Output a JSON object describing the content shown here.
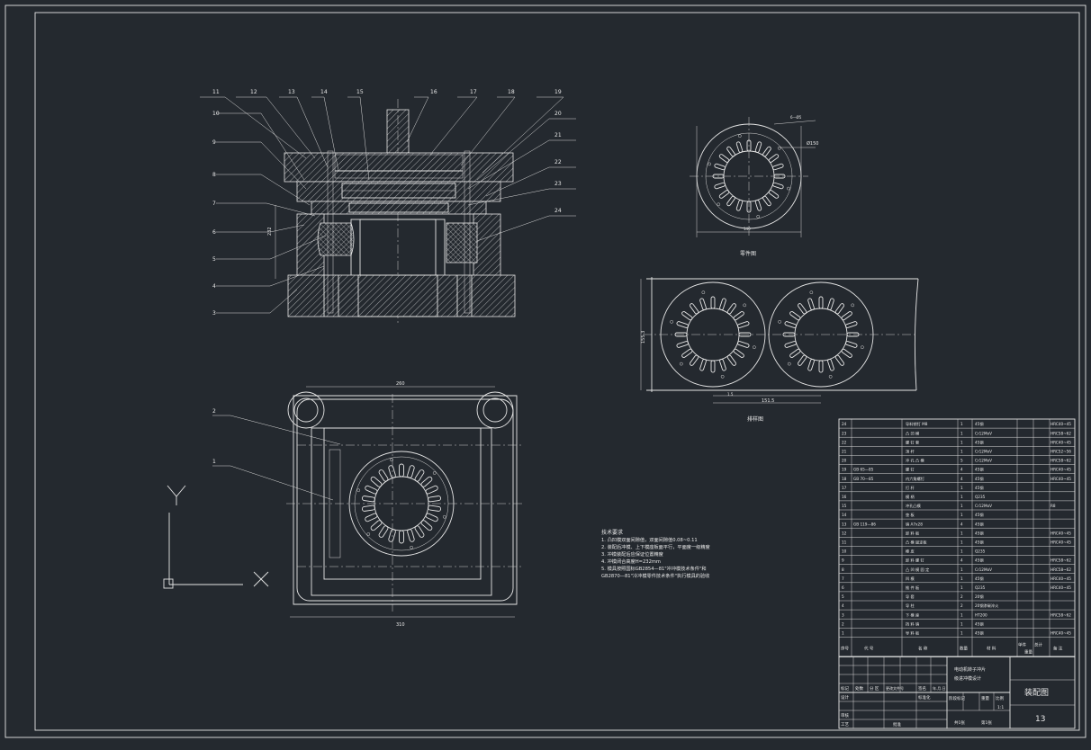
{
  "drawing_title": "装配图",
  "sheet_number": "13",
  "project_name_line1": "电动机转子冲片",
  "project_name_line2": "级进冲模设计",
  "blank_view_caption": "零件图",
  "strip_view_caption": "排样图",
  "tech_requirements_title": "技术要求",
  "tech_requirements": [
    "1. 凸凹模双面间隙值，双面间隙值0.08~0.11",
    "2. 装配后冲模、上下模座板面平行，平面度一级精度",
    "3. 冲模装配后应保证位置精度",
    "4. 冲模闭合高度H=232mm",
    "5. 模具按照国标GB2854—81\"冲冲模技术条件\"和",
    "GB2870—81\"冷冲模零件技术条件\"执行模具的验收"
  ],
  "callouts_left": [
    "10",
    "9",
    "8",
    "7",
    "6",
    "5",
    "4",
    "3"
  ],
  "callouts_top": [
    "11",
    "12",
    "13",
    "14",
    "15",
    "16",
    "17",
    "18",
    "19"
  ],
  "callouts_right": [
    "20",
    "21",
    "22",
    "23",
    "24"
  ],
  "callouts_plan": [
    "2",
    "1"
  ],
  "dim_plan_width": "260",
  "dim_plan_total": "310",
  "dim_blank_diameter": "Ø150",
  "dim_strip_pitch": "151.5",
  "dim_strip_width": "155.3",
  "axis_y": "Y",
  "axis_x": "X",
  "bom_rows": [
    {
      "no": "24",
      "code": "",
      "name": "导料销钉 M8",
      "qty": "1",
      "material": "45钢",
      "note": "HRC40~45"
    },
    {
      "no": "23",
      "code": "",
      "name": "凸 凹 模",
      "qty": "1",
      "material": "Cr12MoV",
      "note": "HRC58~62"
    },
    {
      "no": "22",
      "code": "",
      "name": "螺 钉 套",
      "qty": "1",
      "material": "45钢",
      "note": "HRC40~45"
    },
    {
      "no": "21",
      "code": "",
      "name": "顶 杆",
      "qty": "1",
      "material": "Cr12MoV",
      "note": "HRC52~56"
    },
    {
      "no": "20",
      "code": "",
      "name": "冲 孔 凸 模",
      "qty": "5",
      "material": "Cr12MoV",
      "note": "HRC58~62"
    },
    {
      "no": "19",
      "code": "GB 65—85",
      "name": "螺 钉",
      "qty": "4",
      "material": "45钢",
      "note": "HRC40~45"
    },
    {
      "no": "18",
      "code": "GB 70—85",
      "name": "内六角螺钉",
      "qty": "4",
      "material": "45钢",
      "note": "HRC40~45"
    },
    {
      "no": "17",
      "code": "",
      "name": "打 杆",
      "qty": "1",
      "material": "45钢",
      "note": ""
    },
    {
      "no": "16",
      "code": "",
      "name": "模 柄",
      "qty": "1",
      "material": "Q235",
      "note": ""
    },
    {
      "no": "15",
      "code": "",
      "name": "冲孔凸模",
      "qty": "1",
      "material": "Cr12MoV",
      "note": "R8"
    },
    {
      "no": "14",
      "code": "",
      "name": "垫 板",
      "qty": "1",
      "material": "45钢",
      "note": ""
    },
    {
      "no": "13",
      "code": "GB 119—86",
      "name": "销 A7x28",
      "qty": "4",
      "material": "45钢",
      "note": ""
    },
    {
      "no": "12",
      "code": "",
      "name": "卸 料 板",
      "qty": "1",
      "material": "45钢",
      "note": "HRC40~45"
    },
    {
      "no": "11",
      "code": "",
      "name": "凸 模 固定板",
      "qty": "1",
      "material": "45钢",
      "note": "HRC40~45"
    },
    {
      "no": "10",
      "code": "",
      "name": "橡 皮",
      "qty": "1",
      "material": "Q235",
      "note": ""
    },
    {
      "no": "9",
      "code": "",
      "name": "卸 料 螺 钉",
      "qty": "4",
      "material": "45钢",
      "note": "HRC58~62"
    },
    {
      "no": "8",
      "code": "",
      "name": "凸 凹 模 固 定",
      "qty": "1",
      "material": "Cr12MoV",
      "note": "HRC58~62"
    },
    {
      "no": "7",
      "code": "",
      "name": "凹 模",
      "qty": "1",
      "material": "45钢",
      "note": "HRC40~45"
    },
    {
      "no": "6",
      "code": "",
      "name": "推 件 板",
      "qty": "1",
      "material": "Q235",
      "note": "HRC40~45"
    },
    {
      "no": "5",
      "code": "",
      "name": "导 套",
      "qty": "2",
      "material": "20钢",
      "note": ""
    },
    {
      "no": "4",
      "code": "",
      "name": "导 柱",
      "qty": "2",
      "material": "20钢渗碳淬火",
      "note": ""
    },
    {
      "no": "3",
      "code": "",
      "name": "下 模 座",
      "qty": "1",
      "material": "HT200",
      "note": "HRC58~62"
    },
    {
      "no": "2",
      "code": "",
      "name": "挡 料 销",
      "qty": "1",
      "material": "45钢",
      "note": ""
    },
    {
      "no": "1",
      "code": "",
      "name": "导 料 板",
      "qty": "1",
      "material": "45钢",
      "note": "HRC40~45"
    }
  ],
  "bom_header": {
    "no": "序号",
    "code": "代 号",
    "name": "名 称",
    "qty": "数量",
    "material": "材 料",
    "weight_single": "单件",
    "weight_total": "总计",
    "weight": "重量",
    "note": "备 注"
  },
  "title_block": {
    "mark": "标记",
    "count": "处数",
    "zone": "分 区",
    "change_doc": "更改文件号",
    "signature": "签名",
    "date": "年.月.日",
    "design": "设计",
    "standardize": "标准化",
    "audit": "审核",
    "process": "工艺",
    "approve": "批准",
    "stage_mark": "阶段标记",
    "weight": "重量",
    "scale": "比例",
    "scale_value": "1:1",
    "sheets_total": "共1张",
    "sheet_no": "第1张"
  }
}
